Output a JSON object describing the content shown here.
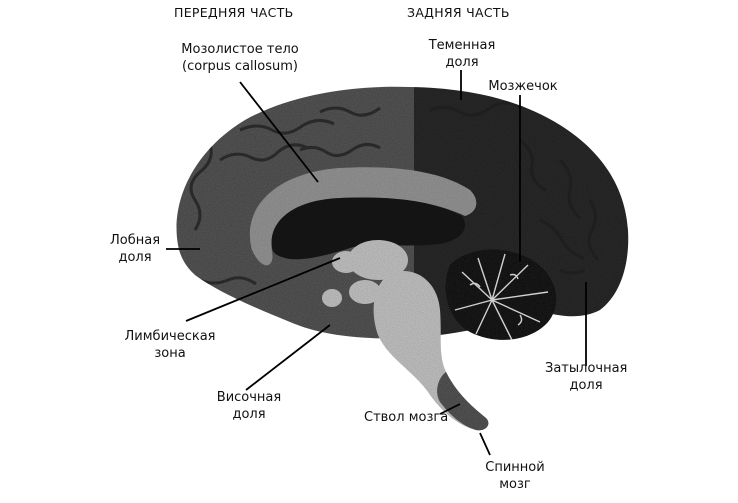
{
  "headers": {
    "front": "ПЕРЕДНЯЯ ЧАСТЬ",
    "back": "ЗАДНЯЯ ЧАСТЬ"
  },
  "labels": {
    "corpus_callosum": {
      "line1": "Мозолистое тело",
      "line2": "(corpus callosum)"
    },
    "parietal": {
      "line1": "Теменная",
      "line2": "доля"
    },
    "cerebellum": {
      "line1": "Мозжечок"
    },
    "frontal": {
      "line1": "Лобная",
      "line2": "доля"
    },
    "limbic": {
      "line1": "Лимбическая",
      "line2": "зона"
    },
    "temporal": {
      "line1": "Височная",
      "line2": "доля"
    },
    "brainstem": {
      "line1": "Ствол мозга"
    },
    "occipital": {
      "line1": "Затылочная",
      "line2": "доля"
    },
    "spinal_cord": {
      "line1": "Спинной",
      "line2": "мозг"
    }
  },
  "colors": {
    "cortex_front": "#5a5a5a",
    "cortex_back": "#2e2e2e",
    "inner_dark": "#141414",
    "ring_light": "#9a9a9a",
    "stem_light": "#c9c9c9",
    "cerebellum_dark": "#1c1c1c",
    "leader": "#000000"
  }
}
